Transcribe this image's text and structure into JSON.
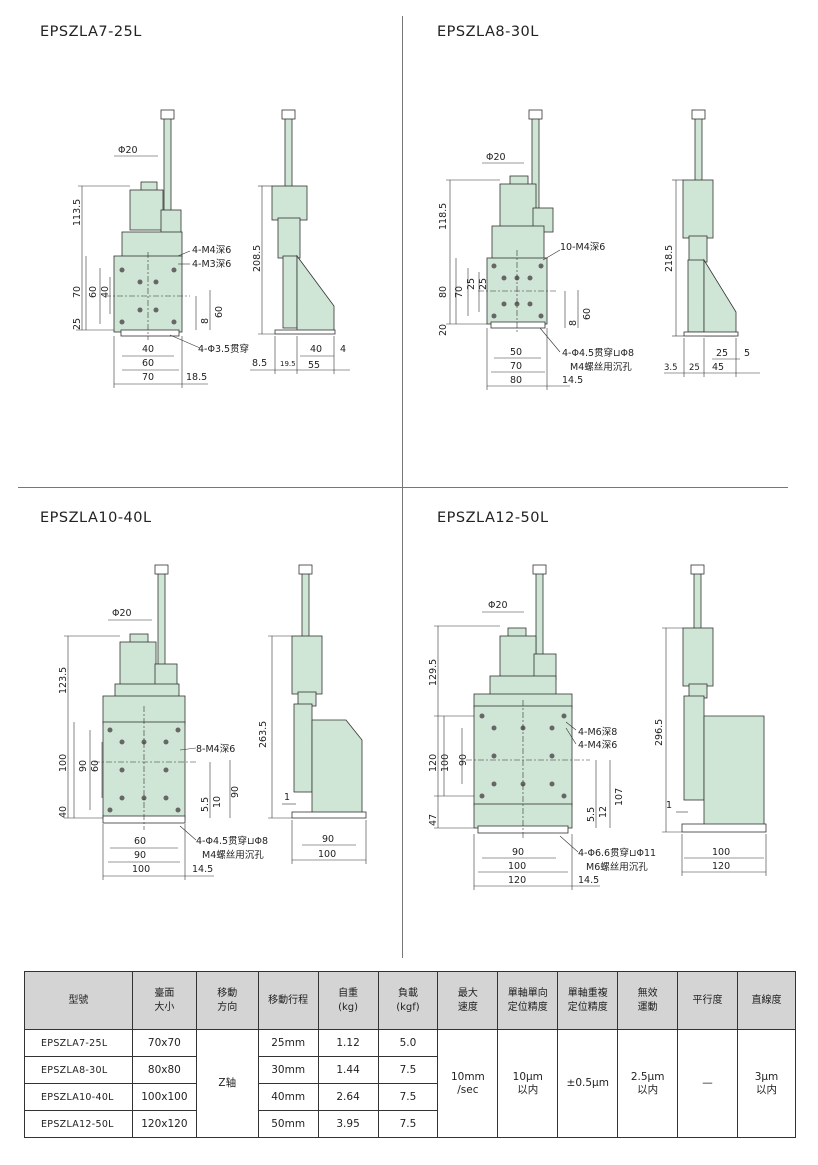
{
  "panels": [
    {
      "title": "EPSZLA7-25L"
    },
    {
      "title": "EPSZLA8-30L"
    },
    {
      "title": "EPSZLA10-40L"
    },
    {
      "title": "EPSZLA12-50L"
    }
  ],
  "drawings": {
    "d1": {
      "phi20": "Φ20",
      "h_total": "113.5",
      "h70": "70",
      "h60": "60",
      "h40": "40",
      "h25": "25",
      "note_m4": "4-M4深6",
      "note_m3": "4-M3深6",
      "v8": "8",
      "v60": "60",
      "w40": "40",
      "w60": "60",
      "w70": "70",
      "w185": "18.5",
      "hole": "4-Φ3.5贯穿",
      "side_h": "208.5",
      "s85": "8.5",
      "s195": "19.5",
      "s40": "40",
      "s4": "4",
      "s55": "55"
    },
    "d2": {
      "phi20": "Φ20",
      "h_total": "118.5",
      "h80": "80",
      "h70": "70",
      "h25a": "25",
      "h25b": "25",
      "h20": "20",
      "note_m4": "10-M4深6",
      "v8": "8",
      "v60": "60",
      "w50": "50",
      "w70": "70",
      "w80": "80",
      "w145": "14.5",
      "hole": "4-Φ4.5贯穿⊔Φ8",
      "hole2": "M4螺丝用沉孔",
      "side_h": "218.5",
      "s35": "3.5",
      "s25": "25",
      "s45": "45",
      "s25b": "25",
      "s5": "5"
    },
    "d3": {
      "phi20": "Φ20",
      "h_total": "123.5",
      "h100": "100",
      "h90": "90",
      "h60": "60",
      "h40": "40",
      "note_m4": "8-M4深6",
      "v55": "5.5",
      "v10": "10",
      "v90": "90",
      "w60": "60",
      "w90": "90",
      "w100": "100",
      "w145": "14.5",
      "hole": "4-Φ4.5贯穿⊔Φ8",
      "hole2": "M4螺丝用沉孔",
      "side_h": "263.5",
      "s1": "1",
      "s90": "90",
      "s100": "100"
    },
    "d4": {
      "phi20": "Φ20",
      "h_total": "129.5",
      "h120": "120",
      "h100": "100",
      "h90": "90",
      "h47": "47",
      "note_m6": "4-M6深8",
      "note_m4": "4-M4深6",
      "v55": "5.5",
      "v12": "12",
      "v107": "107",
      "w90": "90",
      "w100": "100",
      "w120": "120",
      "w145": "14.5",
      "hole": "4-Φ6.6贯穿⊔Φ11",
      "hole2": "M6螺丝用沉孔",
      "side_h": "296.5",
      "s1": "1",
      "s100": "100",
      "s120": "120"
    }
  },
  "table": {
    "headers": [
      "型號",
      "臺面\n大小",
      "移動\n方向",
      "移動行程",
      "自重\n(kg)",
      "負載\n(kgf)",
      "最大\n速度",
      "單軸單向\n定位精度",
      "單軸重複\n定位精度",
      "無效\n運動",
      "平行度",
      "直線度"
    ],
    "rows": [
      {
        "model": "EPSZLA7-25L",
        "size": "70x70",
        "stroke": "25mm",
        "weight": "1.12",
        "load": "5.0"
      },
      {
        "model": "EPSZLA8-30L",
        "size": "80x80",
        "stroke": "30mm",
        "weight": "1.44",
        "load": "7.5"
      },
      {
        "model": "EPSZLA10-40L",
        "size": "100x100",
        "stroke": "40mm",
        "weight": "2.64",
        "load": "7.5"
      },
      {
        "model": "EPSZLA12-50L",
        "size": "120x120",
        "stroke": "50mm",
        "weight": "3.95",
        "load": "7.5"
      }
    ],
    "merged": {
      "direction": "Z轴",
      "speed": "10mm\n/sec",
      "one_way": "10μm\n以内",
      "repeat": "±0.5μm",
      "lost_motion": "2.5μm\n以内",
      "parallelism": "—",
      "straightness": "3μm\n以内"
    }
  },
  "colors": {
    "body": "#cfe5d6",
    "line": "#333333",
    "motor": "#d6e9dc",
    "header_bg": "#d4d4d4"
  }
}
